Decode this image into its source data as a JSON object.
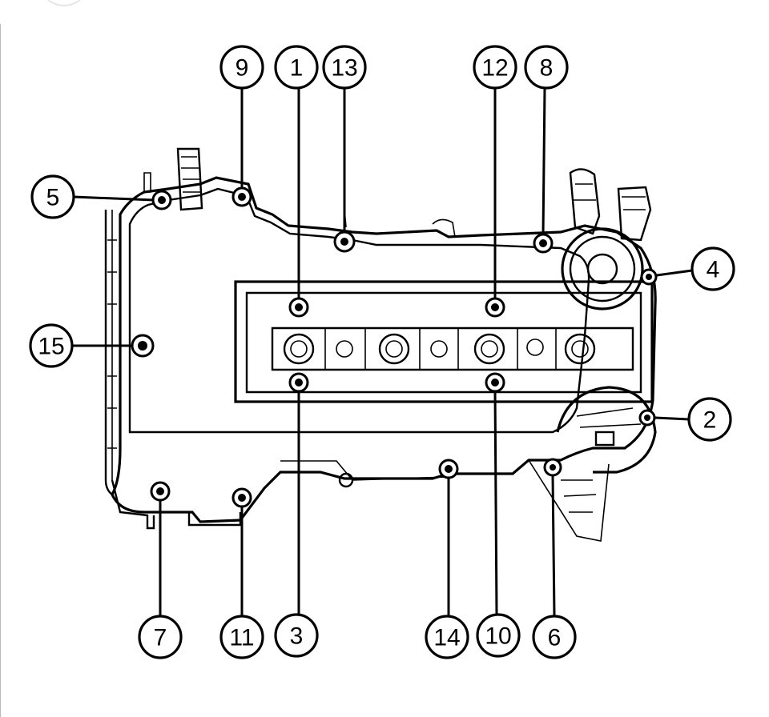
{
  "diagram": {
    "kind": "camshaft-cover-bolt-tightening-sequence",
    "callouts": [
      {
        "label": "1",
        "bolt": "upper-row-left-inner"
      },
      {
        "label": "2",
        "bolt": "right-side-lower"
      },
      {
        "label": "3",
        "bolt": "lower-row-left-inner"
      },
      {
        "label": "4",
        "bolt": "right-side-upper"
      },
      {
        "label": "5",
        "bolt": "top-left-corner"
      },
      {
        "label": "6",
        "bolt": "bottom-right-corner"
      },
      {
        "label": "7",
        "bolt": "bottom-left-corner"
      },
      {
        "label": "8",
        "bolt": "top-right-corner"
      },
      {
        "label": "9",
        "bolt": "top-left"
      },
      {
        "label": "10",
        "bolt": "lower-row-right-inner"
      },
      {
        "label": "11",
        "bolt": "bottom-left"
      },
      {
        "label": "12",
        "bolt": "upper-row-right-inner"
      },
      {
        "label": "13",
        "bolt": "top-center"
      },
      {
        "label": "14",
        "bolt": "bottom-center"
      },
      {
        "label": "15",
        "bolt": "left-side-center"
      }
    ]
  }
}
